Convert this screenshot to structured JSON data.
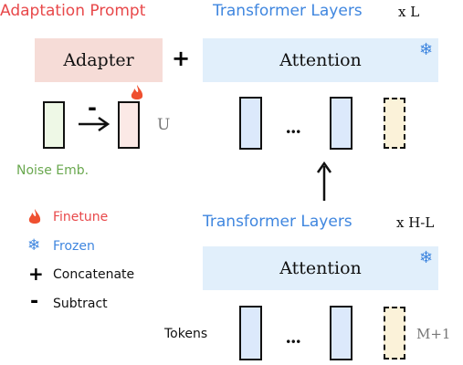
{
  "top_left_title": "Adaptation Prompt",
  "top_right_title": "Transformer Layers",
  "top_repeat": "x L",
  "adapter_label": "Adapter",
  "attention_top_label": "Attention",
  "plus_sign": "+",
  "minus_sign": "-",
  "u_label": "U",
  "noise_label": "Noise Emb.",
  "dots_top": "...",
  "bottom_title": "Transformer Layers",
  "bottom_repeat": "x H-L",
  "attention_bottom_label": "Attention",
  "tokens_label": "Tokens",
  "dots_bottom": "...",
  "m1_label": "M+1",
  "legend": {
    "finetune": "Finetune",
    "frozen": "Frozen",
    "concatenate": "Concatenate",
    "subtract": "Subtract",
    "plus": "+",
    "minus": "-"
  },
  "colors": {
    "finetune_text": "#e8484a",
    "frozen_text": "#3f86df",
    "noise_text": "#6aa84f"
  }
}
